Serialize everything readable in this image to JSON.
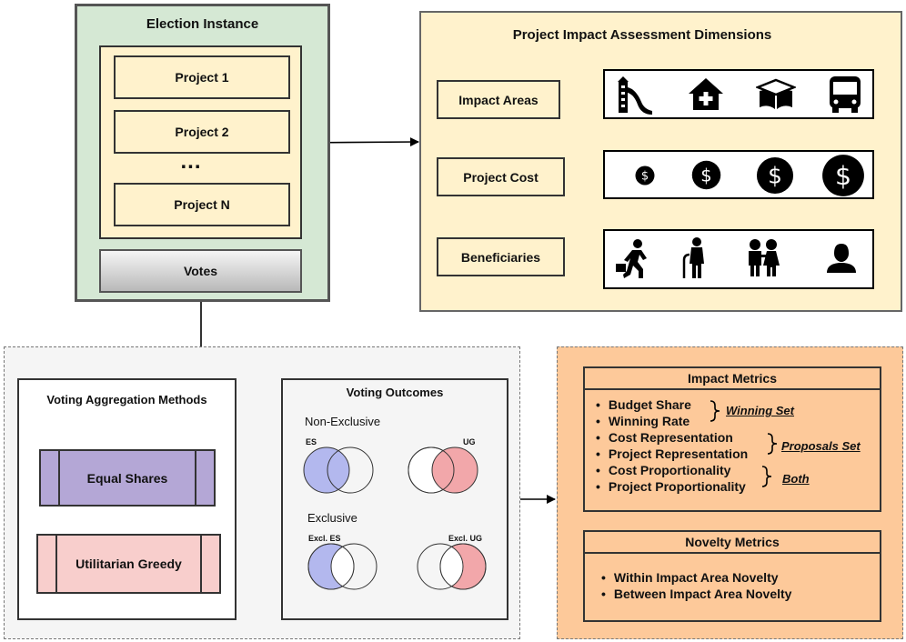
{
  "election": {
    "title": "Election Instance",
    "projects": [
      "Project 1",
      "Project 2",
      "Project N"
    ],
    "ellipsis": "...",
    "votes": "Votes"
  },
  "assessment": {
    "title": "Project Impact Assessment Dimensions",
    "dimensions": [
      {
        "label": "Impact Areas",
        "icons": [
          "playground-slide-icon",
          "medical-house-icon",
          "open-book-icon",
          "bus-icon"
        ]
      },
      {
        "label": "Project Cost",
        "icons": [
          "dollar-coin-small-icon",
          "dollar-coin-medium-icon",
          "dollar-coin-large-icon",
          "dollar-coin-xlarge-icon"
        ]
      },
      {
        "label": "Beneficiaries",
        "icons": [
          "commuter-running-icon",
          "elderly-person-icon",
          "children-icon",
          "person-icon"
        ]
      }
    ]
  },
  "aggregation": {
    "title": "Voting Aggregation Methods",
    "methods": [
      {
        "label": "Equal Shares",
        "color": "#b4a7d6"
      },
      {
        "label": "Utilitarian Greedy",
        "color": "#f8cecc"
      }
    ]
  },
  "outcomes": {
    "title": "Voting Outcomes",
    "non_exclusive": "Non-Exclusive",
    "exclusive": "Exclusive",
    "venn": [
      {
        "label": "ES",
        "color": "#b3b8ee"
      },
      {
        "label": "UG",
        "color": "#f2a7aa"
      },
      {
        "label": "Excl. ES",
        "color": "#b3b8ee"
      },
      {
        "label": "Excl. UG",
        "color": "#f2a7aa"
      }
    ]
  },
  "impact_metrics": {
    "title": "Impact Metrics",
    "items": [
      "Budget Share",
      "Winning Rate",
      "Cost Representation",
      "Project Representation",
      "Cost Proportionality",
      "Project Proportionality"
    ],
    "groups": [
      "Winning Set",
      "Proposals Set",
      "Both"
    ]
  },
  "novelty_metrics": {
    "title": "Novelty Metrics",
    "items": [
      "Within Impact Area Novelty",
      "Between Impact Area Novelty"
    ]
  }
}
